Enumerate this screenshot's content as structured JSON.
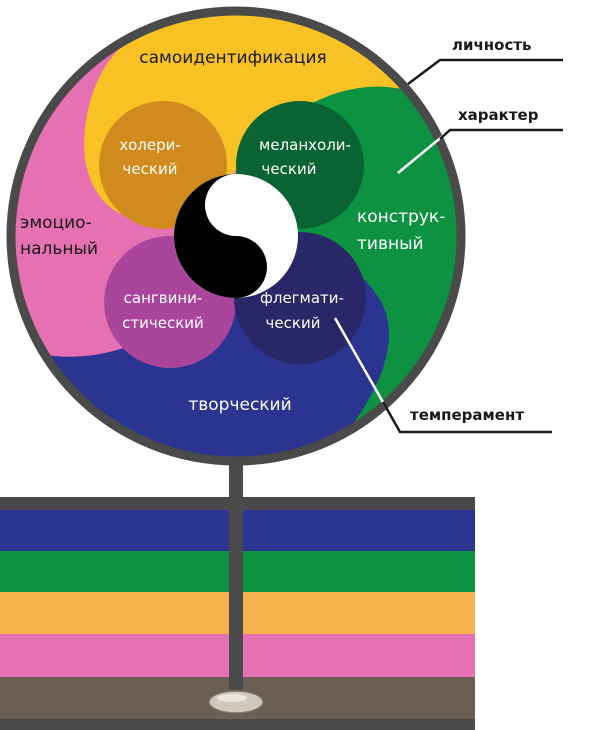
{
  "callouts": {
    "personality": "личность",
    "character": "характер",
    "temperament": "темперамент"
  },
  "outer_sectors": {
    "self_identification": "самоидентификация",
    "emotional_1": "эмоцио-",
    "emotional_2": "нальный",
    "constructive_1": "конструк-",
    "constructive_2": "тивный",
    "creative": "творческий"
  },
  "temperaments": {
    "choleric_1": "холери-",
    "choleric_2": "ческий",
    "melancholic_1": "меланхоли-",
    "melancholic_2": "ческий",
    "sanguine_1": "сангвини-",
    "sanguine_2": "стический",
    "phlegmatic_1": "флегмати-",
    "phlegmatic_2": "ческий"
  },
  "colors": {
    "yellow": "#f8c225",
    "green": "#0c9240",
    "blue": "#2b3591",
    "pink": "#e571b3",
    "choleric": "#d08a1d",
    "melancholic": "#0a6332",
    "sanguine": "#a9469b",
    "phlegmatic": "#2a2768",
    "frame": "#4a4a4a",
    "ground_brown": "#6b5e54",
    "ground_orange": "#f7b24d"
  },
  "icons": {
    "center": "yin-yang-icon",
    "base": "pebble-icon"
  }
}
